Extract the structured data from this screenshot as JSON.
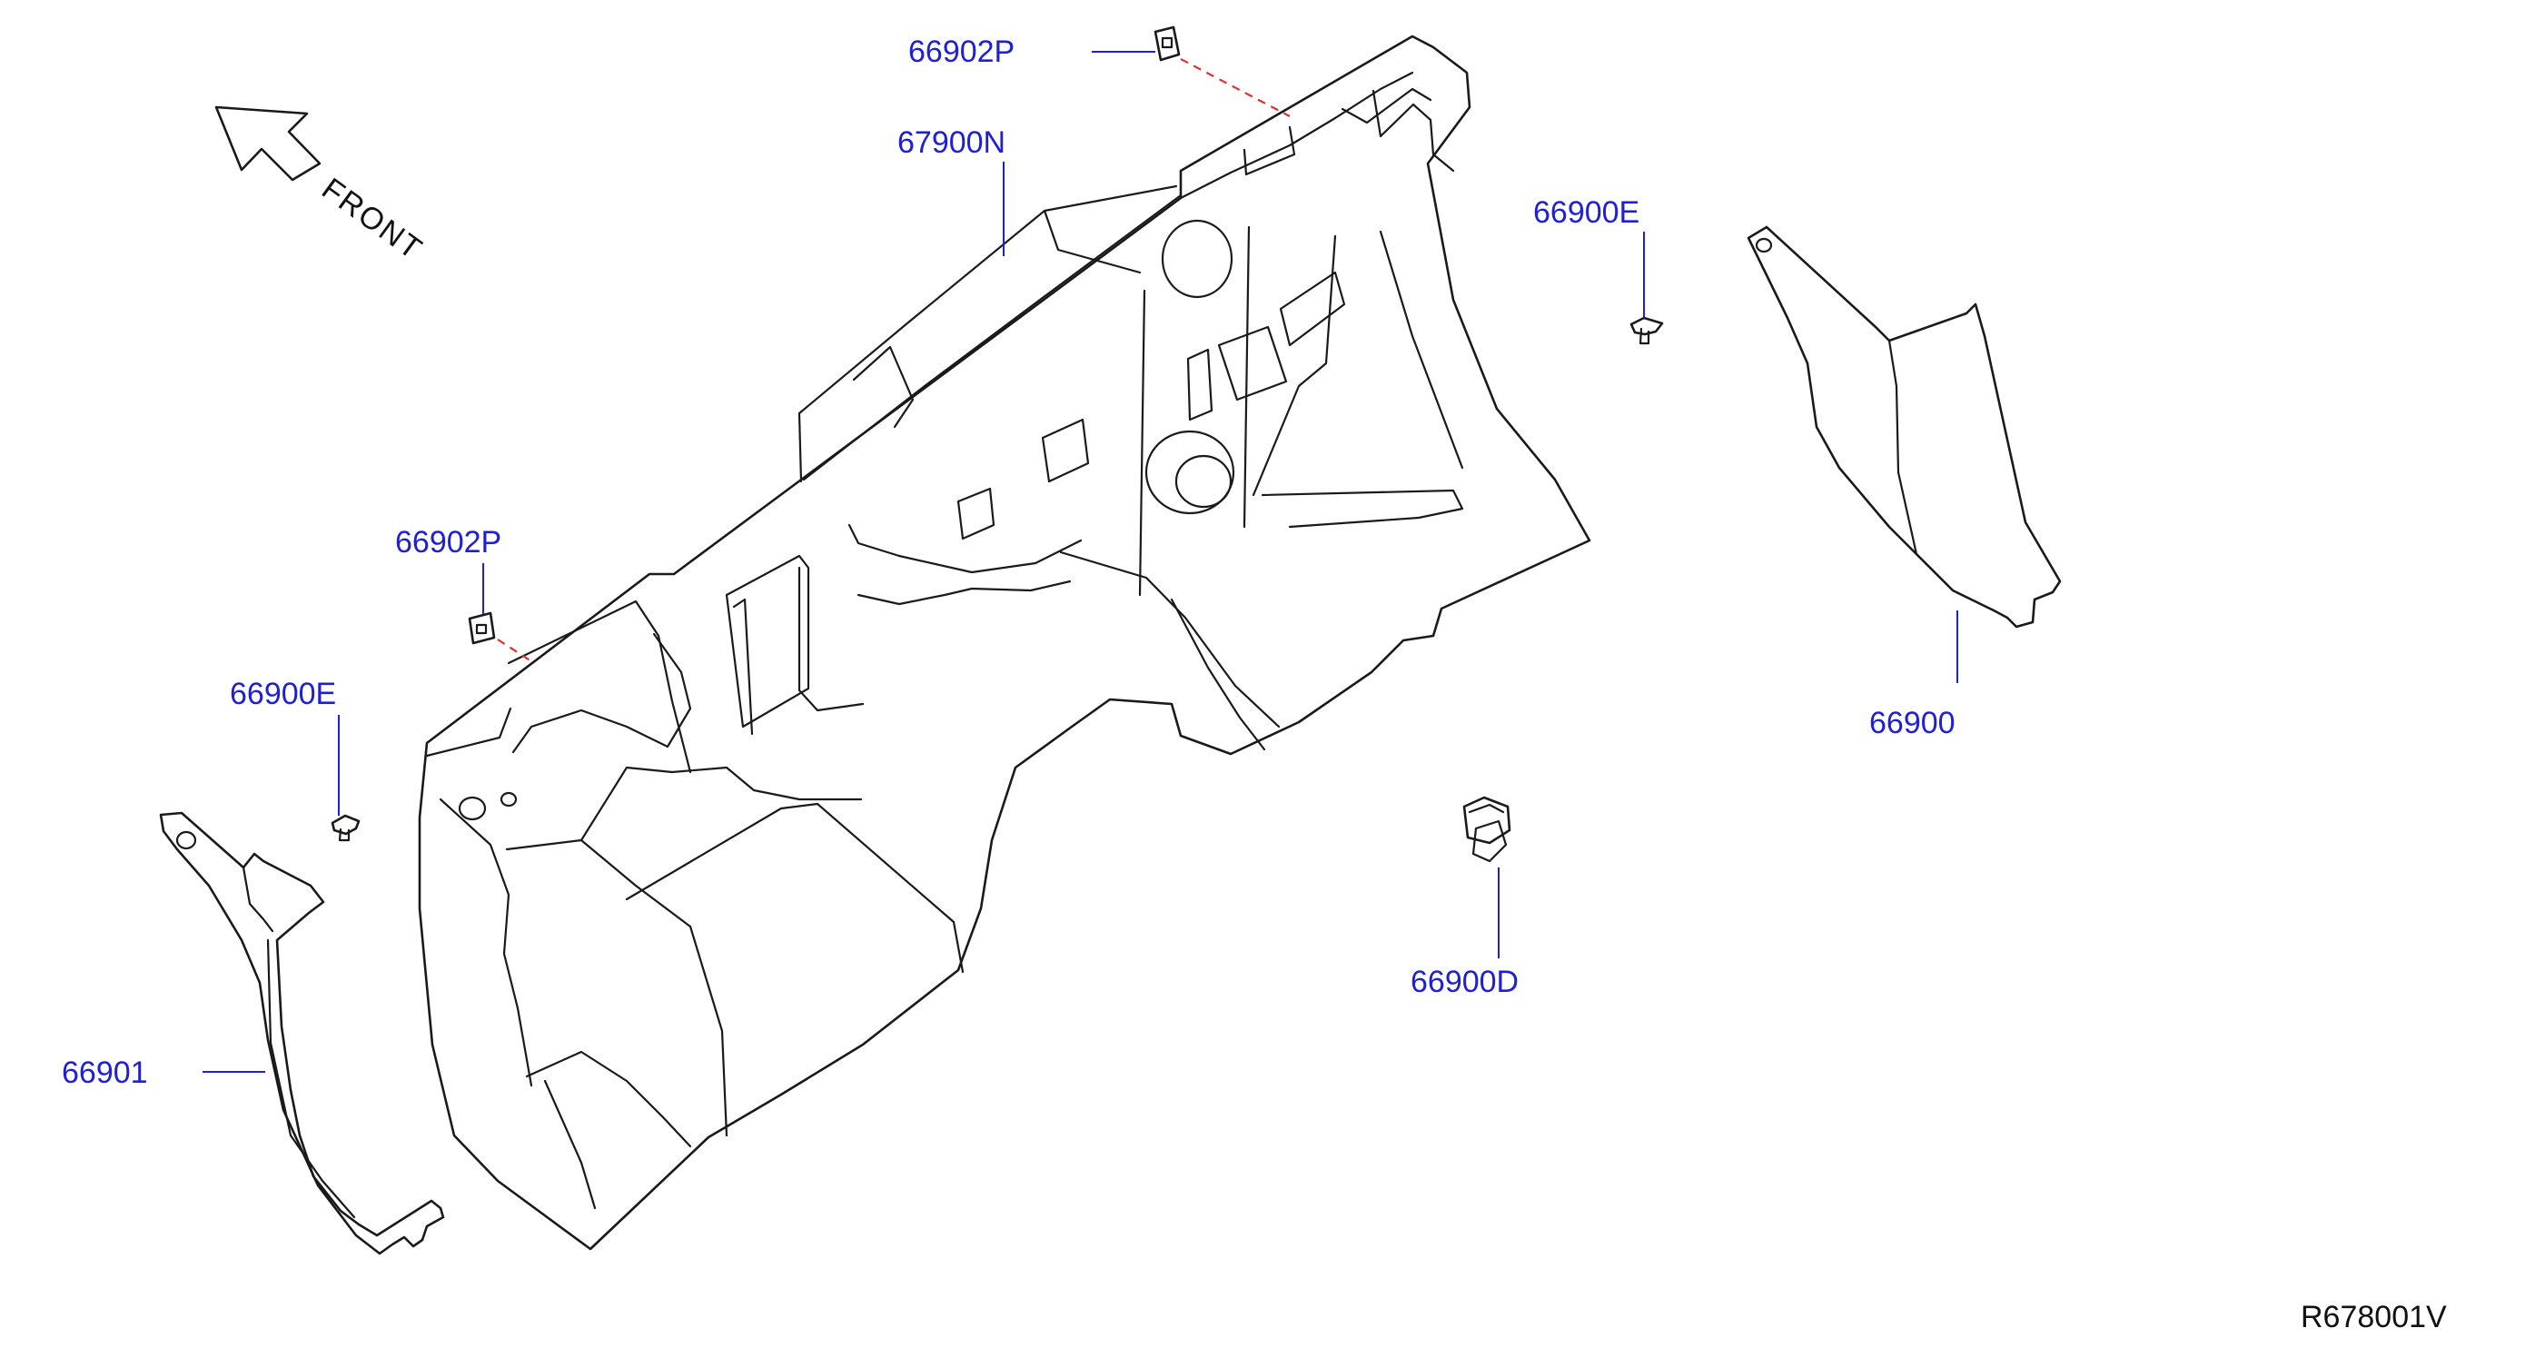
{
  "diagram": {
    "orientation_label": "FRONT",
    "reference_code": "R678001V",
    "colors": {
      "callout_text": "#1f1fd6",
      "leader_line": "#1f1fd6",
      "dashed_connector": "#e03030",
      "outline": "#1a1a1a",
      "background": "#ffffff"
    },
    "callouts": {
      "clip_top": "66902P",
      "insulator_main": "67900N",
      "clip_left": "66902P",
      "pin_right": "66900E",
      "pin_left": "66900E",
      "trim_right": "66900",
      "trim_left": "66901",
      "grommet": "66900D"
    },
    "icons": {
      "front_arrow": "arrow-up-left-icon"
    }
  }
}
